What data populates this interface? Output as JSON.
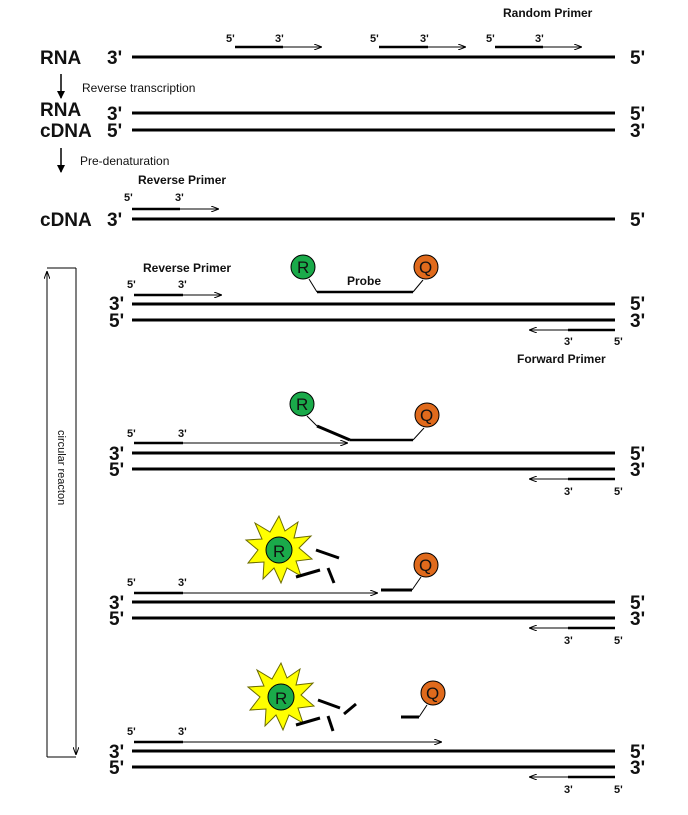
{
  "rows": {
    "rna": "RNA",
    "cdna": "cDNA",
    "end3": "3'",
    "end5": "5'"
  },
  "steps": {
    "reverse_transcription": "Reverse transcription",
    "pre_denaturation": "Pre-denaturation",
    "circular_reaction": "circular reacton"
  },
  "primers": {
    "random": "Random Primer",
    "reverse": "Reverse Primer",
    "forward": "Forward Primer",
    "probe": "Probe"
  },
  "fluor": {
    "reporter": "R",
    "quencher": "Q"
  },
  "colors": {
    "reporter": "#1aaa4a",
    "quencher": "#e06a1c",
    "burst": "#ffff00",
    "strand": "#000000"
  }
}
